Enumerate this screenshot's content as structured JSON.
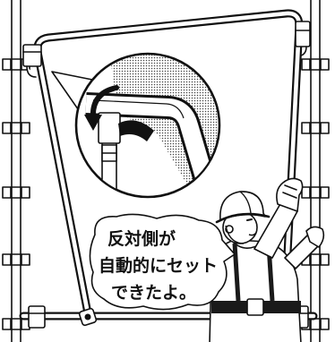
{
  "speech_bubble": {
    "lines": [
      "反対側が",
      "自動的にセット",
      "できたよ。"
    ]
  }
}
